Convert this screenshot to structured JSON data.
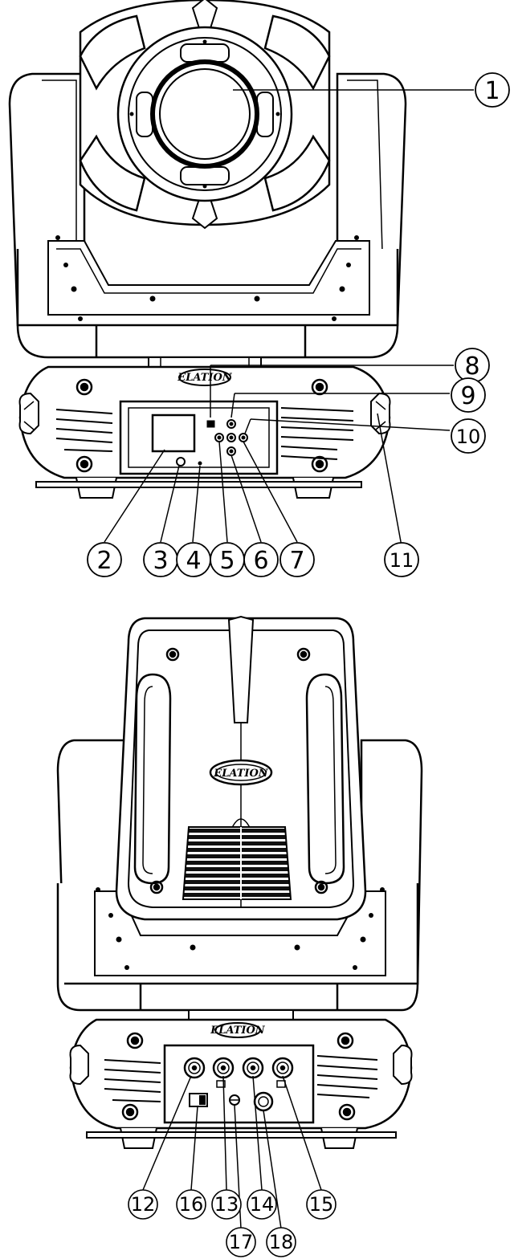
{
  "figure": {
    "brand_logo": "ELATION",
    "callouts": [
      "1",
      "2",
      "3",
      "4",
      "5",
      "6",
      "7",
      "8",
      "9",
      "10",
      "11",
      "12",
      "13",
      "14",
      "15",
      "16",
      "17",
      "18"
    ]
  }
}
